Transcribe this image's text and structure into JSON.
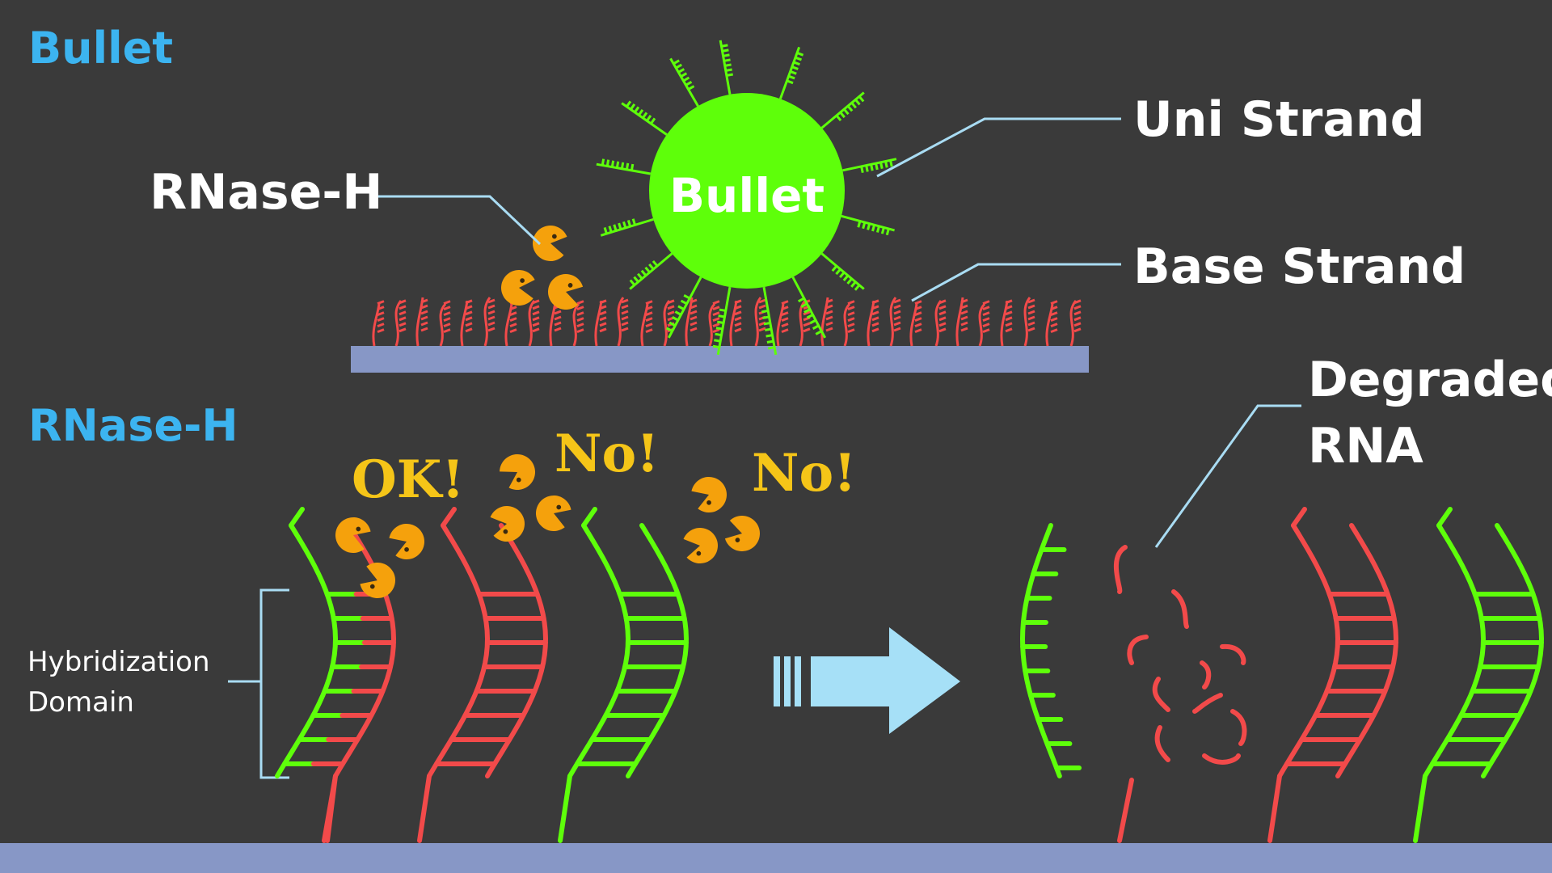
{
  "sections": {
    "bullet_title": "Bullet",
    "rnase_title": "RNase-H"
  },
  "labels": {
    "bullet_ball": "Bullet",
    "uni_strand": "Uni Strand",
    "base_strand": "Base Strand",
    "rnase_h": "RNase-H",
    "degraded_line1": "Degraded",
    "degraded_line2": "RNA",
    "hybrid_line1": "Hybridization",
    "hybrid_line2": "Domain"
  },
  "reactions": {
    "ok": "OK!",
    "no1": "No!",
    "no2": "No!"
  },
  "colors": {
    "background": "#3a3a3a",
    "section_title": "#3cb4f0",
    "rna_red": "#f24a4a",
    "dna_green": "#5eff0a",
    "enzyme_orange": "#f5a10c",
    "substrate": "#8797c6",
    "leader_line": "#a9dcf3",
    "arrow": "#a6e0f7",
    "exclaim": "#f5c518"
  }
}
